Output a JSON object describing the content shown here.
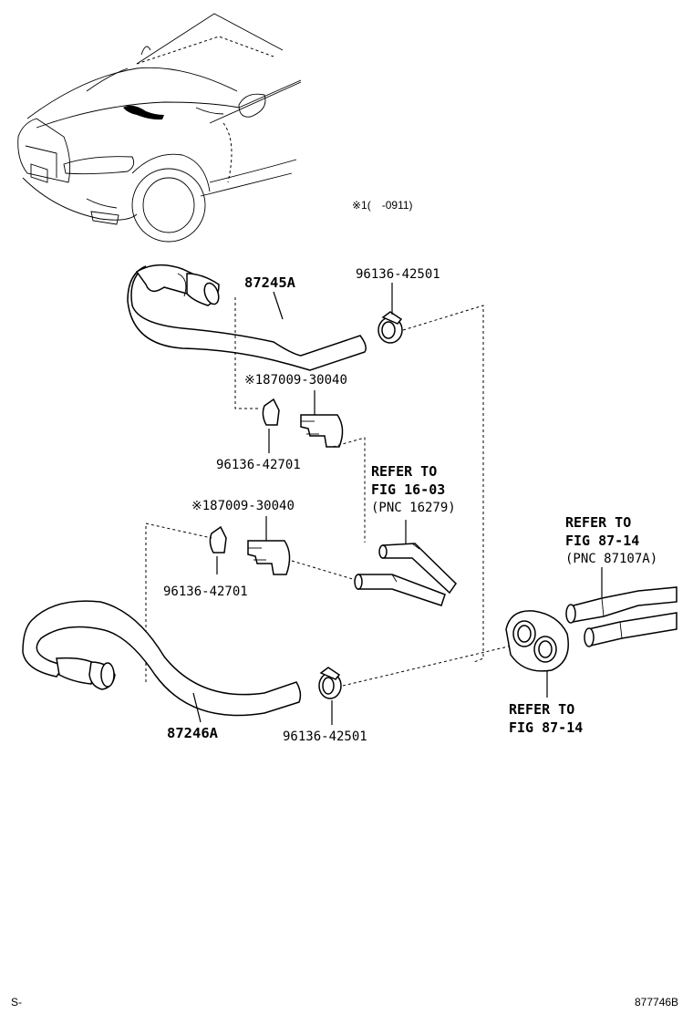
{
  "note_range": "※1(　-0911)",
  "callouts": {
    "hose_upper": "87245A",
    "hose_lower": "87246A",
    "clamp_upper": "96136-42501",
    "clamp_lower": "96136-42501",
    "joint_upper": "※187009-30040",
    "joint_lower": "※187009-30040",
    "clip_upper": "96136-42701",
    "clip_lower": "96136-42701"
  },
  "refers": {
    "fig_16_03": [
      "REFER TO",
      "FIG 16-03",
      "(PNC 16279)"
    ],
    "fig_87_14_pnc": [
      "REFER TO",
      "FIG 87-14",
      "(PNC 87107A)"
    ],
    "fig_87_14": [
      "REFER TO",
      "FIG 87-14"
    ]
  },
  "footer": {
    "left_mark": "S-",
    "diagram_code": "877746B"
  }
}
